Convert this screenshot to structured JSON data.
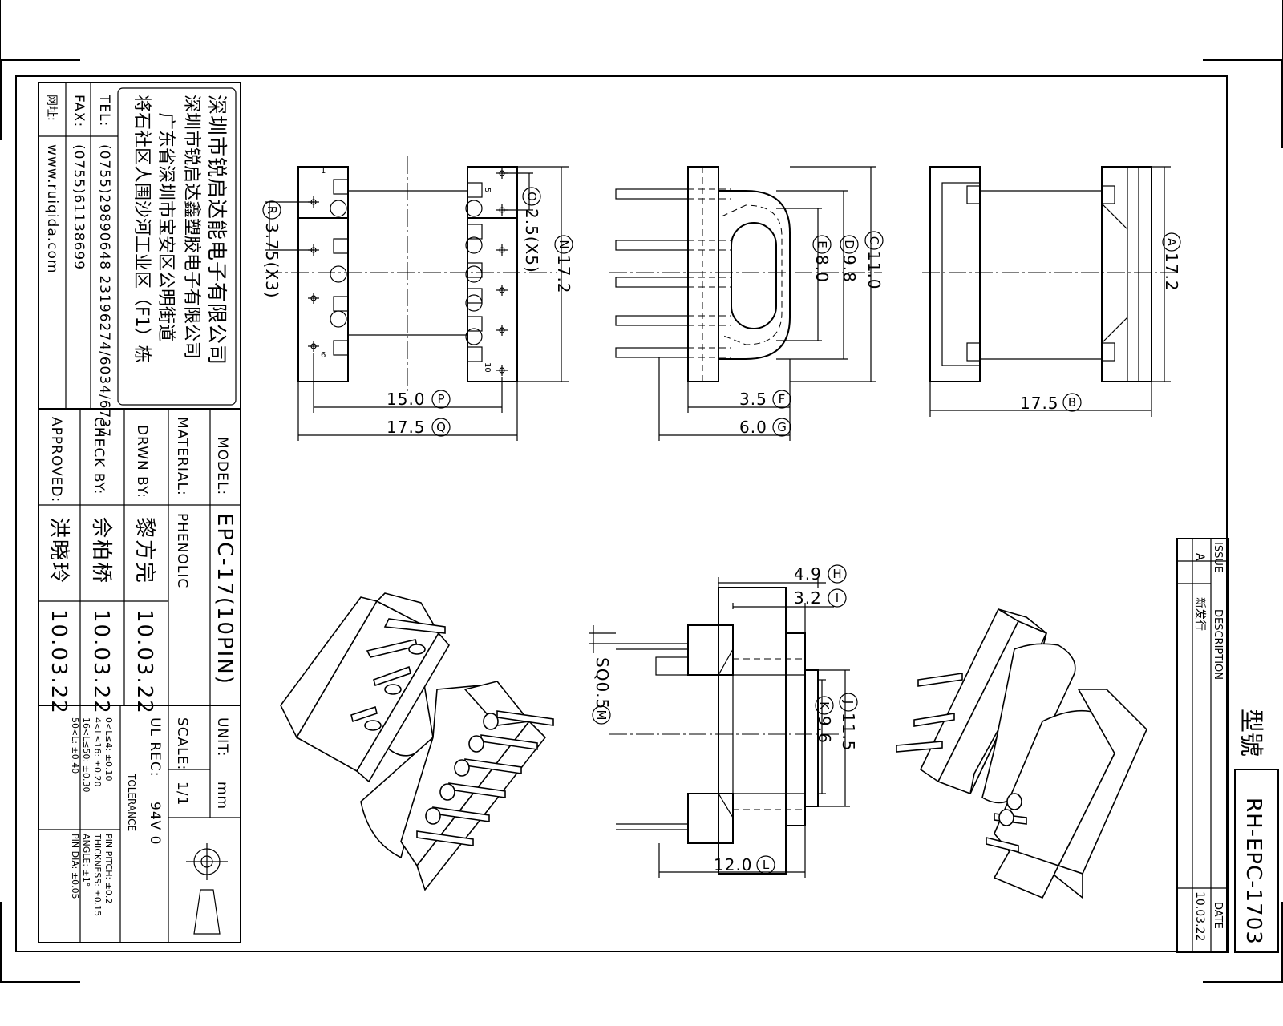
{
  "company": {
    "name": "深圳市锐启达能电子有限公司",
    "name2": "深圳市锐启达鑫塑胶电子有限公司",
    "address1": "广东省深圳市宝安区公明街道",
    "address2": "将石社区人围沙河工业区（F1）栋",
    "tel_label": "TEL:",
    "tel": "(0755)29890648  23196274/6034/6737",
    "fax_label": "FAX:",
    "fax": "(0755)61138699",
    "web_label": "网址:",
    "web": "www.ruiqida.com"
  },
  "titleblock": {
    "model_label": "MODEL:",
    "model": "EPC-17(10PIN)",
    "material_label": "MATERIAL:",
    "material": "PHENOLIC",
    "drwn_label": "DRWN BY:",
    "drwn_name": "黎方完",
    "drwn_date": "10.03.22",
    "check_label": "CHECK BY:",
    "check_name": "佘柏桥",
    "check_date": "10.03.22",
    "approved_label": "APPROVED:",
    "approved_name": "洪晓玲",
    "approved_date": "10.03.22",
    "unit_label": "UNIT:",
    "unit": "mm",
    "scale_label": "SCALE:",
    "scale": "1/1",
    "ul_label": "UL REC:",
    "ul": "94V 0",
    "tolerance_label": "TOLERANCE",
    "tol1": "0<L≤4: ±0.10",
    "tol2": "4<L≤16: ±0.20",
    "tol3": "16<L≤50: ±0.30",
    "tol4": "50<L: ±0.40",
    "tol5": "PIN PITCH: ±0.2",
    "tol6": "THICKNESS: ±0.15",
    "tol7": "ANGLE: ±1°",
    "tol8": "PIN DIA: ±0.05"
  },
  "revision": {
    "issue_label": "ISSUE",
    "issue": "A",
    "desc_label": "DESCRIPTION",
    "desc": "新发行",
    "date_label": "DATE",
    "date": "10.03.22",
    "type_label": "型號",
    "part_no": "RH-EPC-1703"
  },
  "dims": {
    "A": {
      "letter": "A",
      "text": "17.2"
    },
    "B": {
      "letter": "B",
      "text": "17.5"
    },
    "C": {
      "letter": "C",
      "text": "11.0"
    },
    "D": {
      "letter": "D",
      "text": "9.8"
    },
    "E": {
      "letter": "E",
      "text": "8.0"
    },
    "F": {
      "letter": "F",
      "text": "3.5"
    },
    "G": {
      "letter": "G",
      "text": "6.0"
    },
    "H": {
      "letter": "H",
      "text": "4.9"
    },
    "I": {
      "letter": "I",
      "text": "3.2"
    },
    "J": {
      "letter": "J",
      "text": "11.5"
    },
    "K": {
      "letter": "K",
      "text": "9.6"
    },
    "L": {
      "letter": "L",
      "text": "12.0"
    },
    "M": {
      "letter": "M",
      "text": "SQ0.5"
    },
    "N": {
      "letter": "N",
      "text": "17.2"
    },
    "O": {
      "letter": "O",
      "text": "2.5(X5)"
    },
    "P": {
      "letter": "P",
      "text": "15.0"
    },
    "Q": {
      "letter": "Q",
      "text": "17.5"
    },
    "R": {
      "letter": "R",
      "text": "3.75(X3)"
    }
  },
  "pins": {
    "p1": "1",
    "p5": "5",
    "p10": "10",
    "p6": "6"
  }
}
